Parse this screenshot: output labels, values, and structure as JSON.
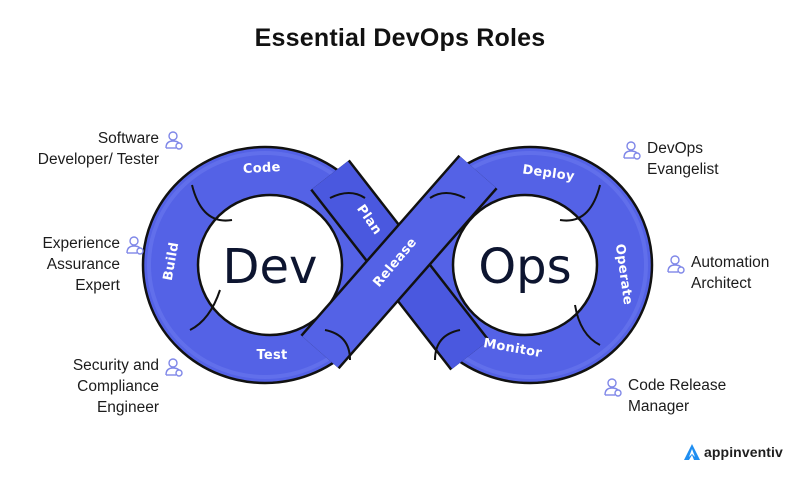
{
  "title": "Essential DevOps Roles",
  "colors": {
    "loop_fill": "#5462e6",
    "loop_shade": "#4352d6",
    "loop_outline": "#111111",
    "icon_stroke": "#7f87e8",
    "brand_accent": "#1f8ef1"
  },
  "loop": {
    "left_center": "Dev",
    "right_center": "Ops",
    "stages": [
      {
        "name": "Code",
        "side": "dev"
      },
      {
        "name": "Plan",
        "side": "dev"
      },
      {
        "name": "Build",
        "side": "dev"
      },
      {
        "name": "Test",
        "side": "dev"
      },
      {
        "name": "Release",
        "side": "crossing"
      },
      {
        "name": "Deploy",
        "side": "ops"
      },
      {
        "name": "Operate",
        "side": "ops"
      },
      {
        "name": "Monitor",
        "side": "ops"
      }
    ]
  },
  "roles_left": [
    {
      "lines": [
        "Software",
        "Developer/ Tester"
      ],
      "icon": "person-icon"
    },
    {
      "lines": [
        "Experience",
        "Assurance",
        "Expert"
      ],
      "icon": "person-icon"
    },
    {
      "lines": [
        "Security and",
        "Compliance",
        "Engineer"
      ],
      "icon": "person-icon"
    }
  ],
  "roles_right": [
    {
      "lines": [
        "DevOps",
        "Evangelist"
      ],
      "icon": "person-icon"
    },
    {
      "lines": [
        "Automation",
        "Architect"
      ],
      "icon": "person-icon"
    },
    {
      "lines": [
        "Code Release",
        "Manager"
      ],
      "icon": "person-icon"
    }
  ],
  "brand": {
    "name": "appinventiv",
    "icon": "appinventiv-logo-icon"
  }
}
